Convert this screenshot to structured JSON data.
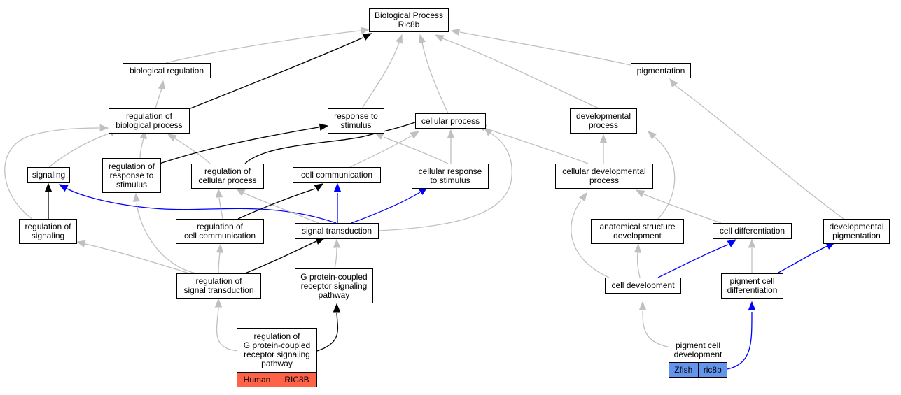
{
  "colors": {
    "gray": "#c0c0c0",
    "black": "#000000",
    "blue": "#0000ff",
    "human": "#ff6347",
    "zfish": "#6495ed"
  },
  "nodes": {
    "root": "Biological Process\nRic8b",
    "bioreg": "biological regulation",
    "pigmentation": "pigmentation",
    "regbio": "regulation of\nbiological process",
    "resp": "response to\nstimulus",
    "cellproc": "cellular process",
    "devproc": "developmental\nprocess",
    "signaling": "signaling",
    "regresp": "regulation of\nresponse to\nstimulus",
    "regcell": "regulation of\ncellular process",
    "cellcomm": "cell communication",
    "cellresp": "cellular response\nto stimulus",
    "celldevproc": "cellular developmental\nprocess",
    "regsig": "regulation of\nsignaling",
    "regcomm": "regulation of\ncell communication",
    "sigtrans": "signal transduction",
    "anat": "anatomical structure\ndevelopment",
    "celldiff": "cell differentiation",
    "devpig": "developmental\npigmentation",
    "regsigtrans": "regulation of\nsignal transduction",
    "gpcr": "G protein-coupled\nreceptor signaling\npathway",
    "celldev": "cell development",
    "pigdiff": "pigment cell\ndifferentiation",
    "reggpcr": "regulation of\nG protein-coupled\nreceptor signaling\npathway",
    "pigdev": "pigment cell\ndevelopment"
  },
  "annotations": {
    "human": {
      "species": "Human",
      "gene": "RIC8B"
    },
    "zfish": {
      "species": "Zfish",
      "gene": "ric8b"
    }
  }
}
